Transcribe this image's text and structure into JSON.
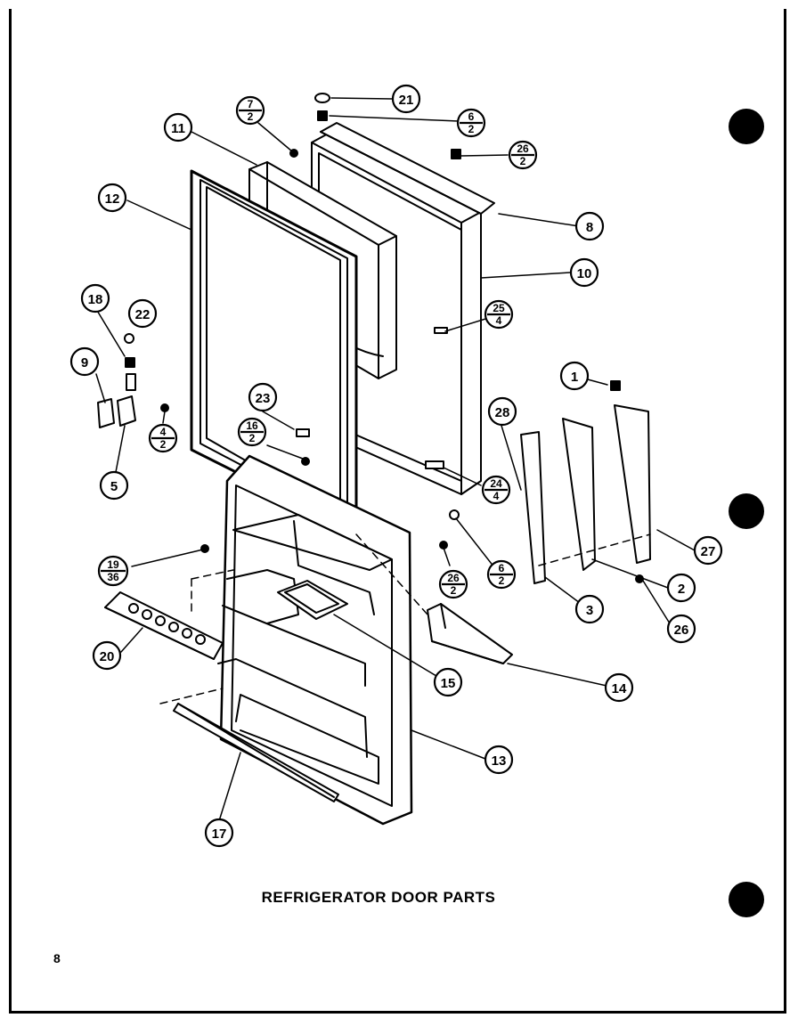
{
  "diagram": {
    "title": "REFRIGERATOR DOOR PARTS",
    "page_number": "8",
    "callouts": [
      {
        "id": "c1",
        "label": "1"
      },
      {
        "id": "c2",
        "label": "2"
      },
      {
        "id": "c3",
        "label": "3"
      },
      {
        "id": "c5",
        "label": "5"
      },
      {
        "id": "c8",
        "label": "8"
      },
      {
        "id": "c9",
        "label": "9"
      },
      {
        "id": "c10",
        "label": "10"
      },
      {
        "id": "c11",
        "label": "11"
      },
      {
        "id": "c12",
        "label": "12"
      },
      {
        "id": "c13",
        "label": "13"
      },
      {
        "id": "c14",
        "label": "14"
      },
      {
        "id": "c15",
        "label": "15"
      },
      {
        "id": "c17",
        "label": "17"
      },
      {
        "id": "c18",
        "label": "18"
      },
      {
        "id": "c20",
        "label": "20"
      },
      {
        "id": "c21",
        "label": "21"
      },
      {
        "id": "c22",
        "label": "22"
      },
      {
        "id": "c23",
        "label": "23"
      },
      {
        "id": "c26",
        "label": "26"
      },
      {
        "id": "c27",
        "label": "27"
      },
      {
        "id": "c28",
        "label": "28"
      }
    ],
    "fraction_callouts": [
      {
        "id": "f7_2",
        "top": "7",
        "bottom": "2"
      },
      {
        "id": "f6_2a",
        "top": "6",
        "bottom": "2"
      },
      {
        "id": "f26_2a",
        "top": "26",
        "bottom": "2"
      },
      {
        "id": "f25_4",
        "top": "25",
        "bottom": "4"
      },
      {
        "id": "f4_2",
        "top": "4",
        "bottom": "2"
      },
      {
        "id": "f16_2",
        "top": "16",
        "bottom": "2"
      },
      {
        "id": "f24_4",
        "top": "24",
        "bottom": "4"
      },
      {
        "id": "f19_36",
        "top": "19",
        "bottom": "36"
      },
      {
        "id": "f26_2b",
        "top": "26",
        "bottom": "2"
      },
      {
        "id": "f6_2b",
        "top": "6",
        "bottom": "2"
      }
    ]
  }
}
